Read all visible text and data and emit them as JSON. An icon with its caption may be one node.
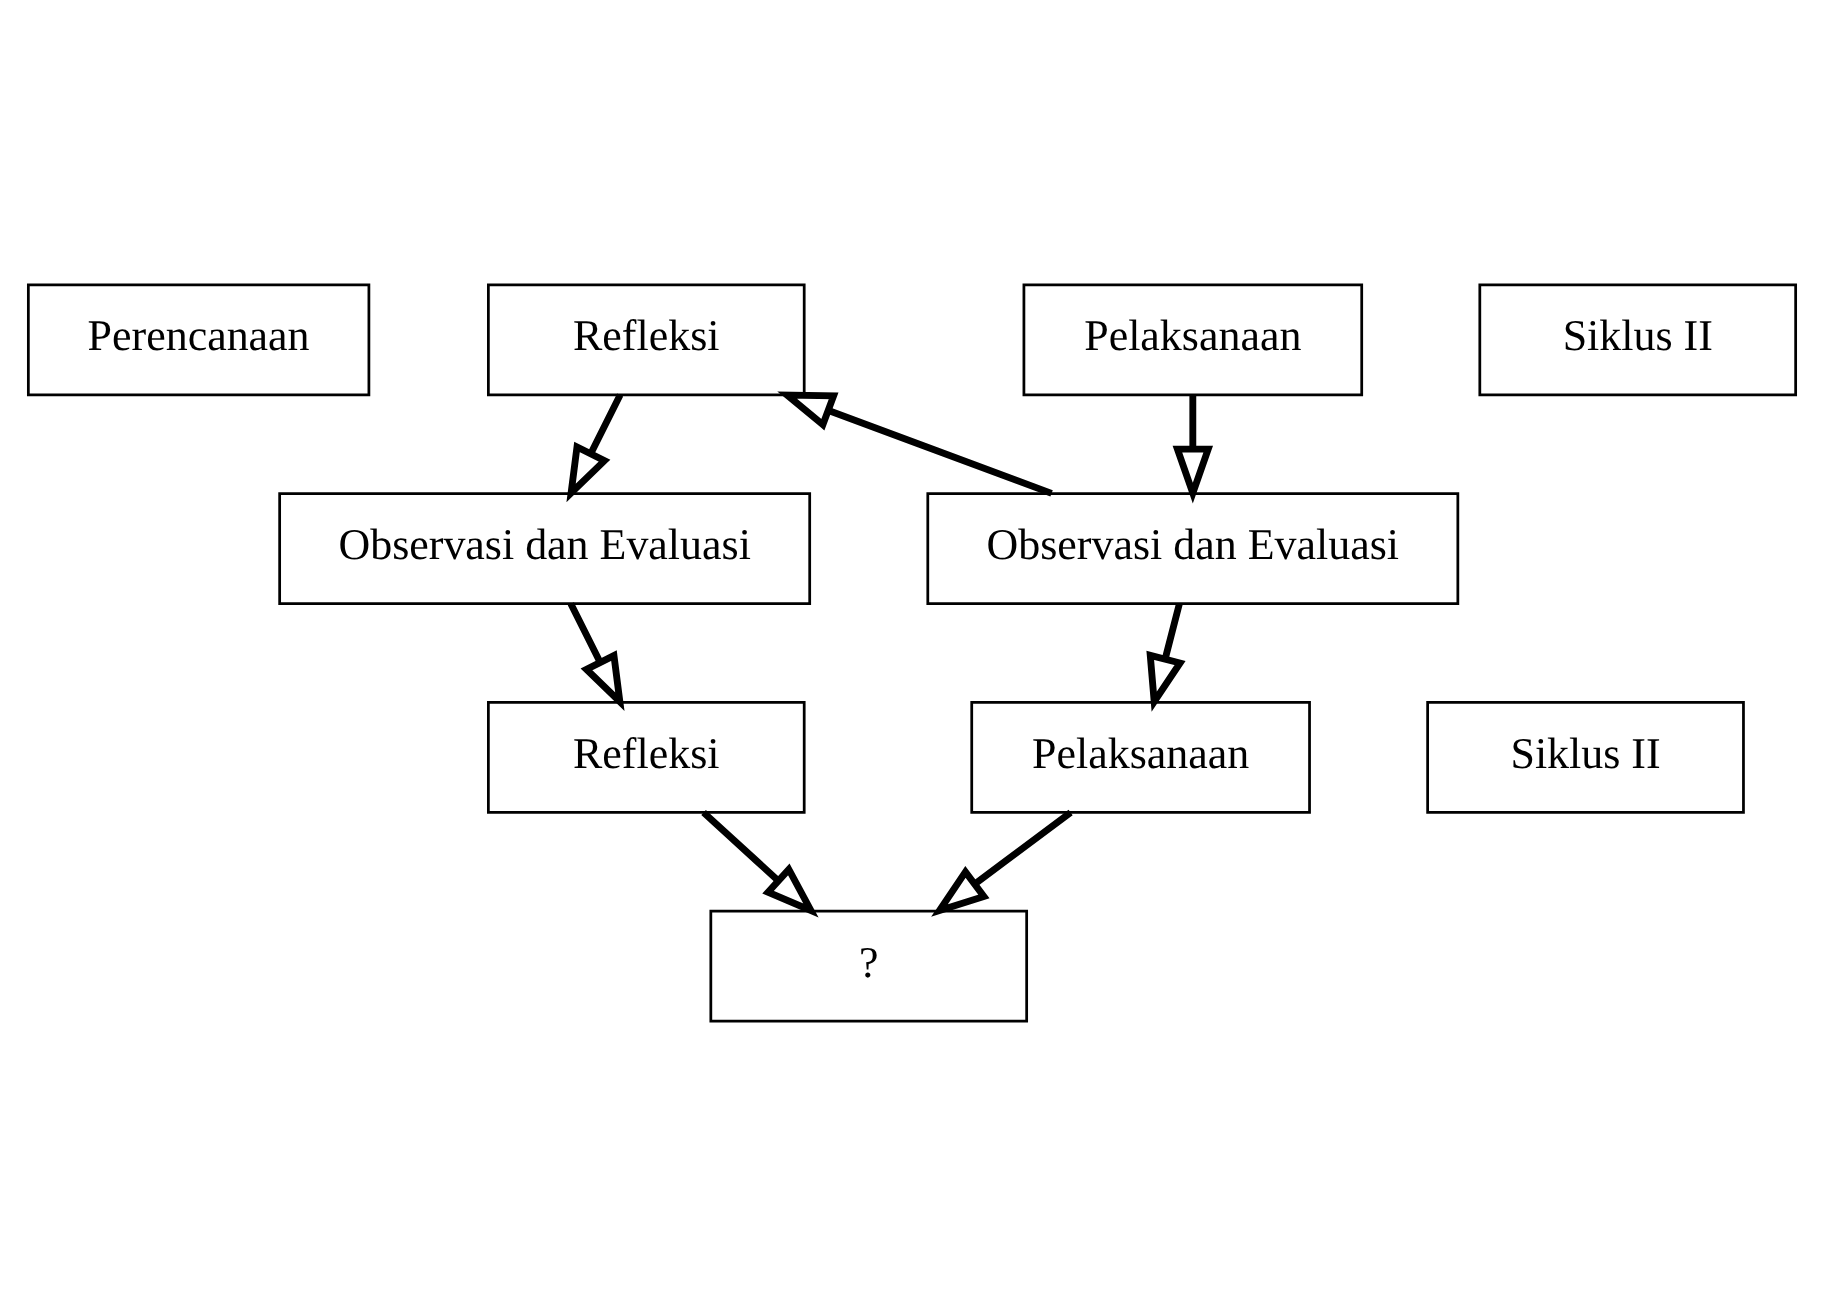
{
  "diagram": {
    "nodes": [
      {
        "text": [
          "Perencanaan"
        ]
      },
      {
        "text": [
          "Refleksi"
        ]
      },
      {
        "text": [
          "Siklus II"
        ]
      },
      {
        "text": [
          "Pelaksanaan"
        ]
      },
      {
        "text": [
          "Observasi dan Evaluasi"
        ]
      },
      {
        "text": [
          "Refleksi"
        ]
      },
      {
        "text": [
          "Siklus II"
        ]
      },
      {
        "text": [
          "Pelaksanaan"
        ]
      },
      {
        "text": [
          "Observasi dan Evaluasi"
        ]
      },
      {
        "text": [
          "?"
        ]
      }
    ],
    "edges": [
      {
        "from": 3,
        "to": 4,
        "arrow": "to"
      },
      {
        "from": 4,
        "to": 1,
        "arrow": "to"
      },
      {
        "from": 1,
        "to": 8,
        "arrow": "to"
      },
      {
        "from": 4,
        "to": 7,
        "arrow": "to"
      },
      {
        "from": 7,
        "to": 9,
        "arrow": "to"
      },
      {
        "from": 8,
        "to": 5,
        "arrow": "to"
      },
      {
        "from": 5,
        "to": 9,
        "arrow": "to"
      }
    ]
  }
}
